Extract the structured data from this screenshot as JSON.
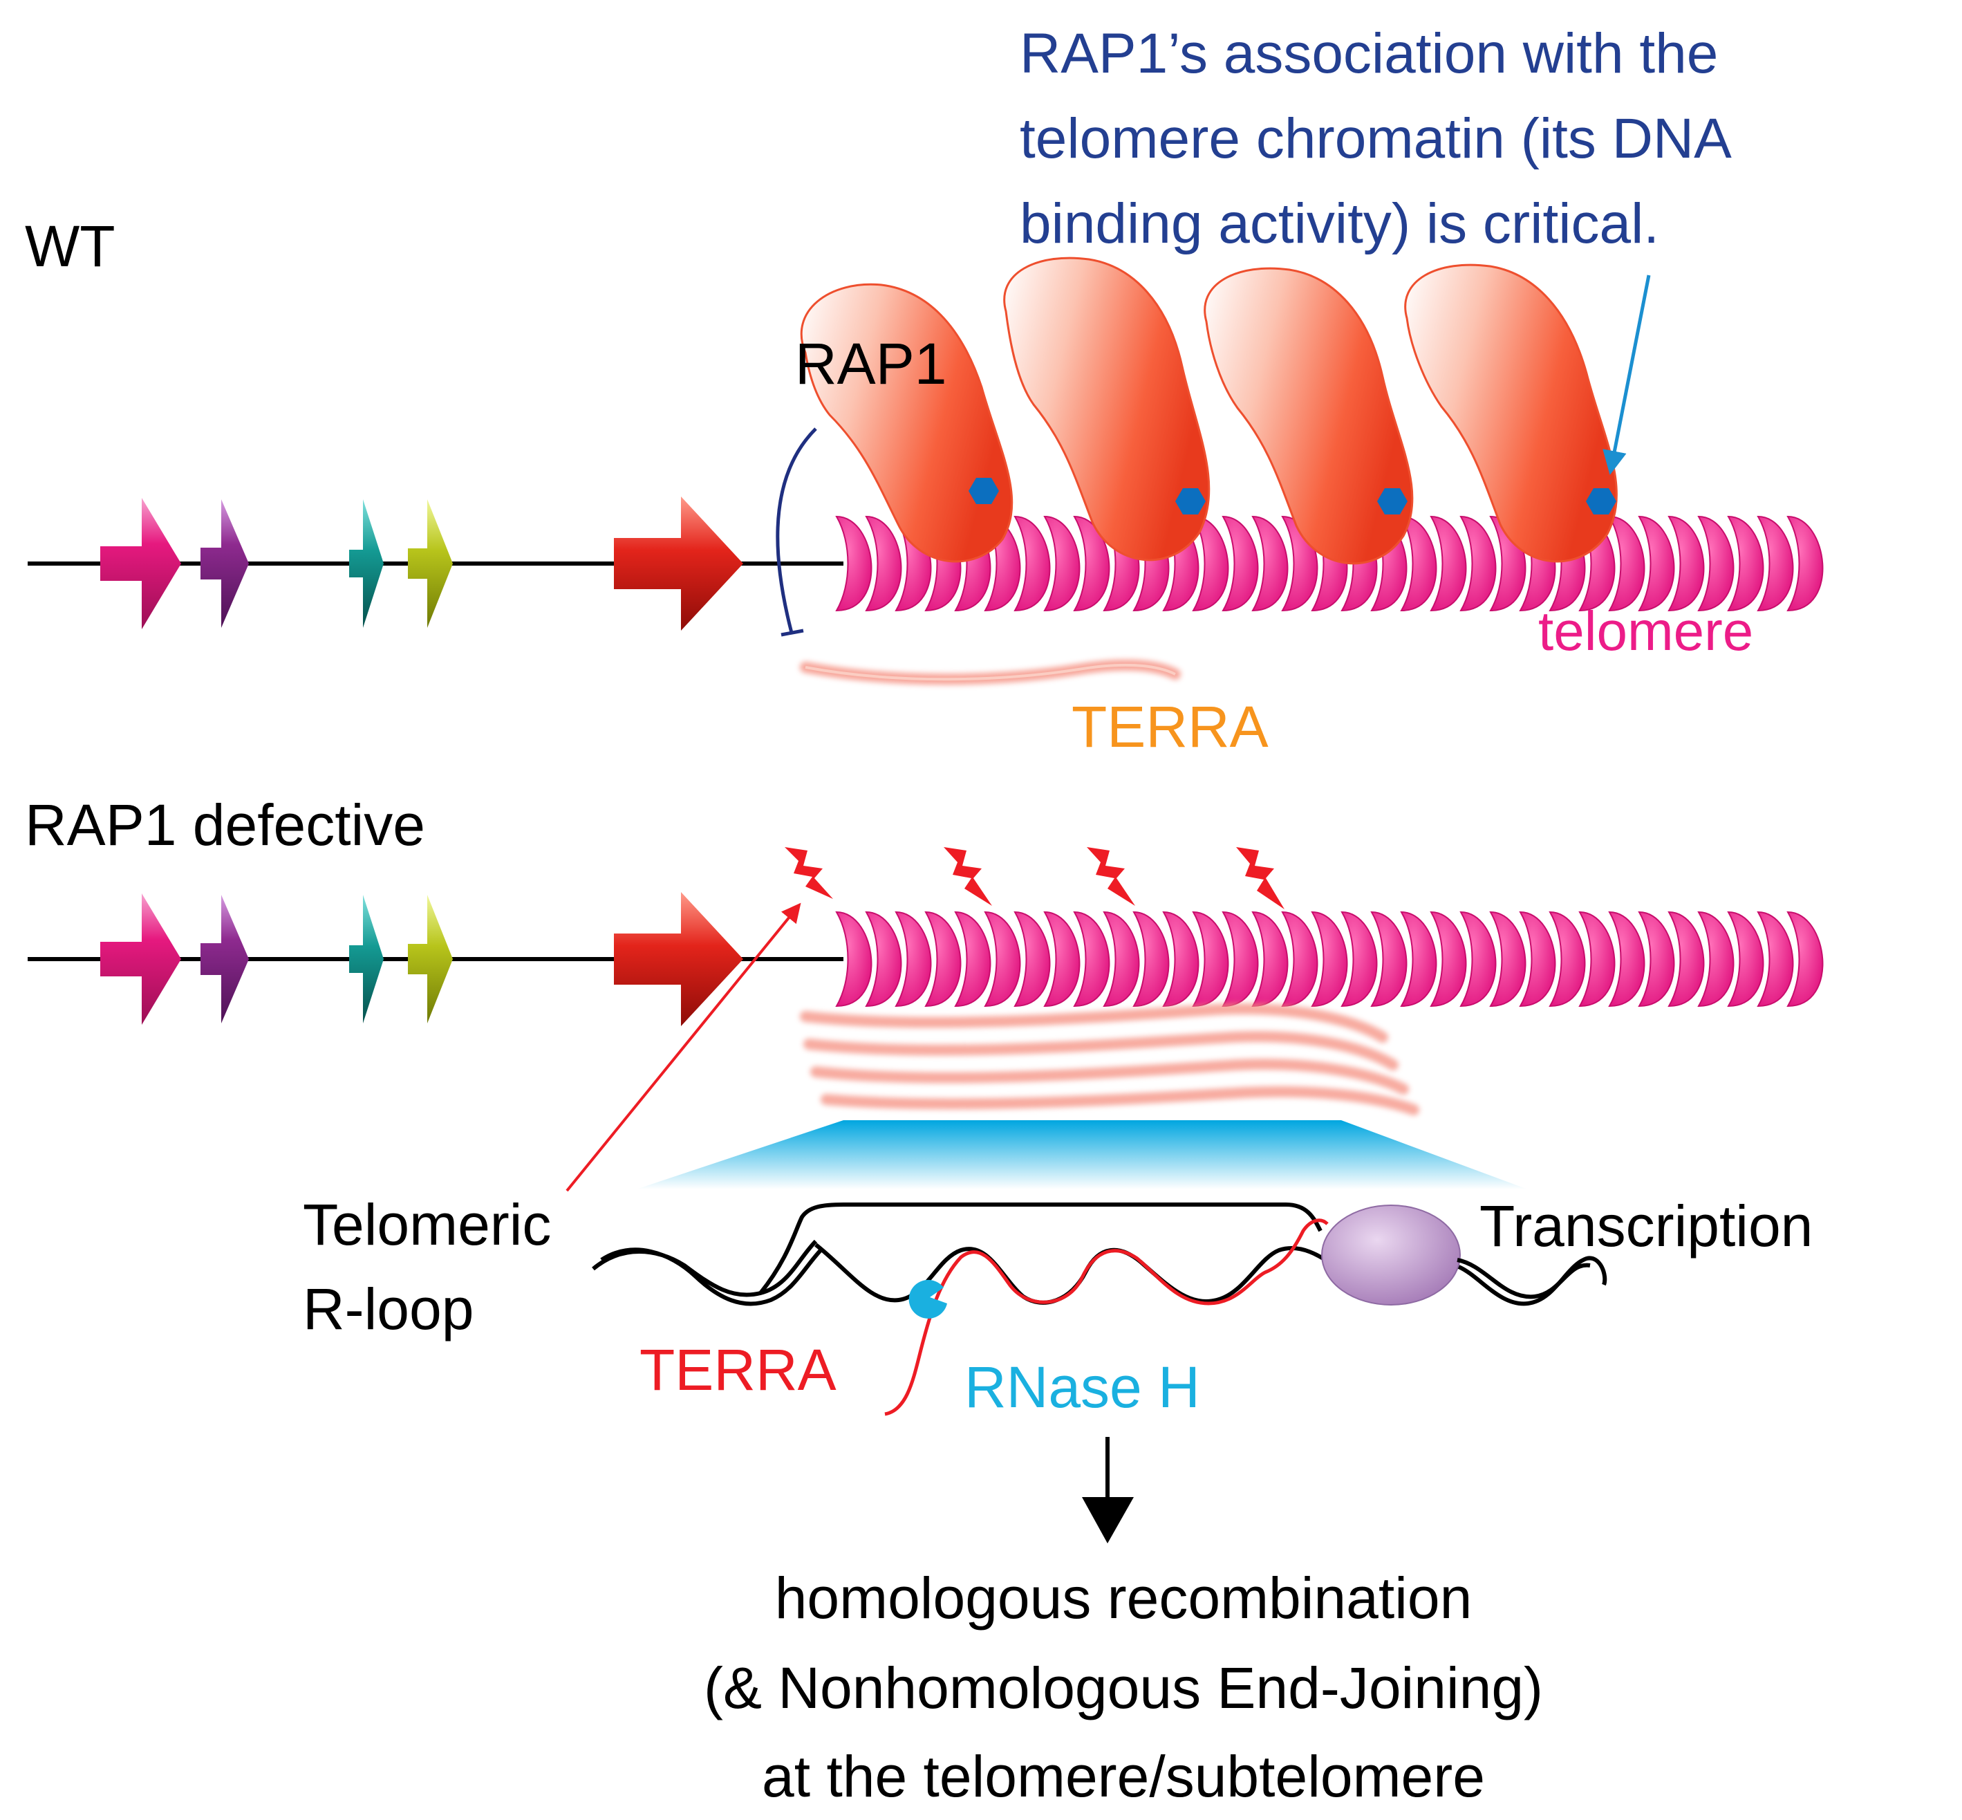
{
  "annotation": {
    "lines": [
      "RAP1’s association with the",
      "telomere chromatin (its DNA",
      "binding activity) is critical."
    ]
  },
  "labels": {
    "wt": "WT",
    "rap1": "RAP1",
    "telomere": "telomere",
    "terra_top": "TERRA",
    "rap1_defective": "RAP1 defective",
    "telomeric_rloop": [
      "Telomeric",
      "R-loop"
    ],
    "transcription": "Transcription",
    "terra_bottom": "TERRA",
    "rnase_h": "RNase H"
  },
  "outcome": {
    "lines": [
      "homologous recombination",
      "(& Nonhomologous End-Joining)",
      "at the telomere/subtelomere"
    ]
  },
  "colors": {
    "annotation_blue": "#233f91",
    "telomere_magenta": "#ec1c88",
    "terra_orange": "#f7941d",
    "terra_red": "#ed1c24",
    "rnase_cyan": "#1ab0e0",
    "rap1_coral": "#f7553a",
    "lightning": "#ee1c24",
    "polymerase": "#b38bc2"
  }
}
